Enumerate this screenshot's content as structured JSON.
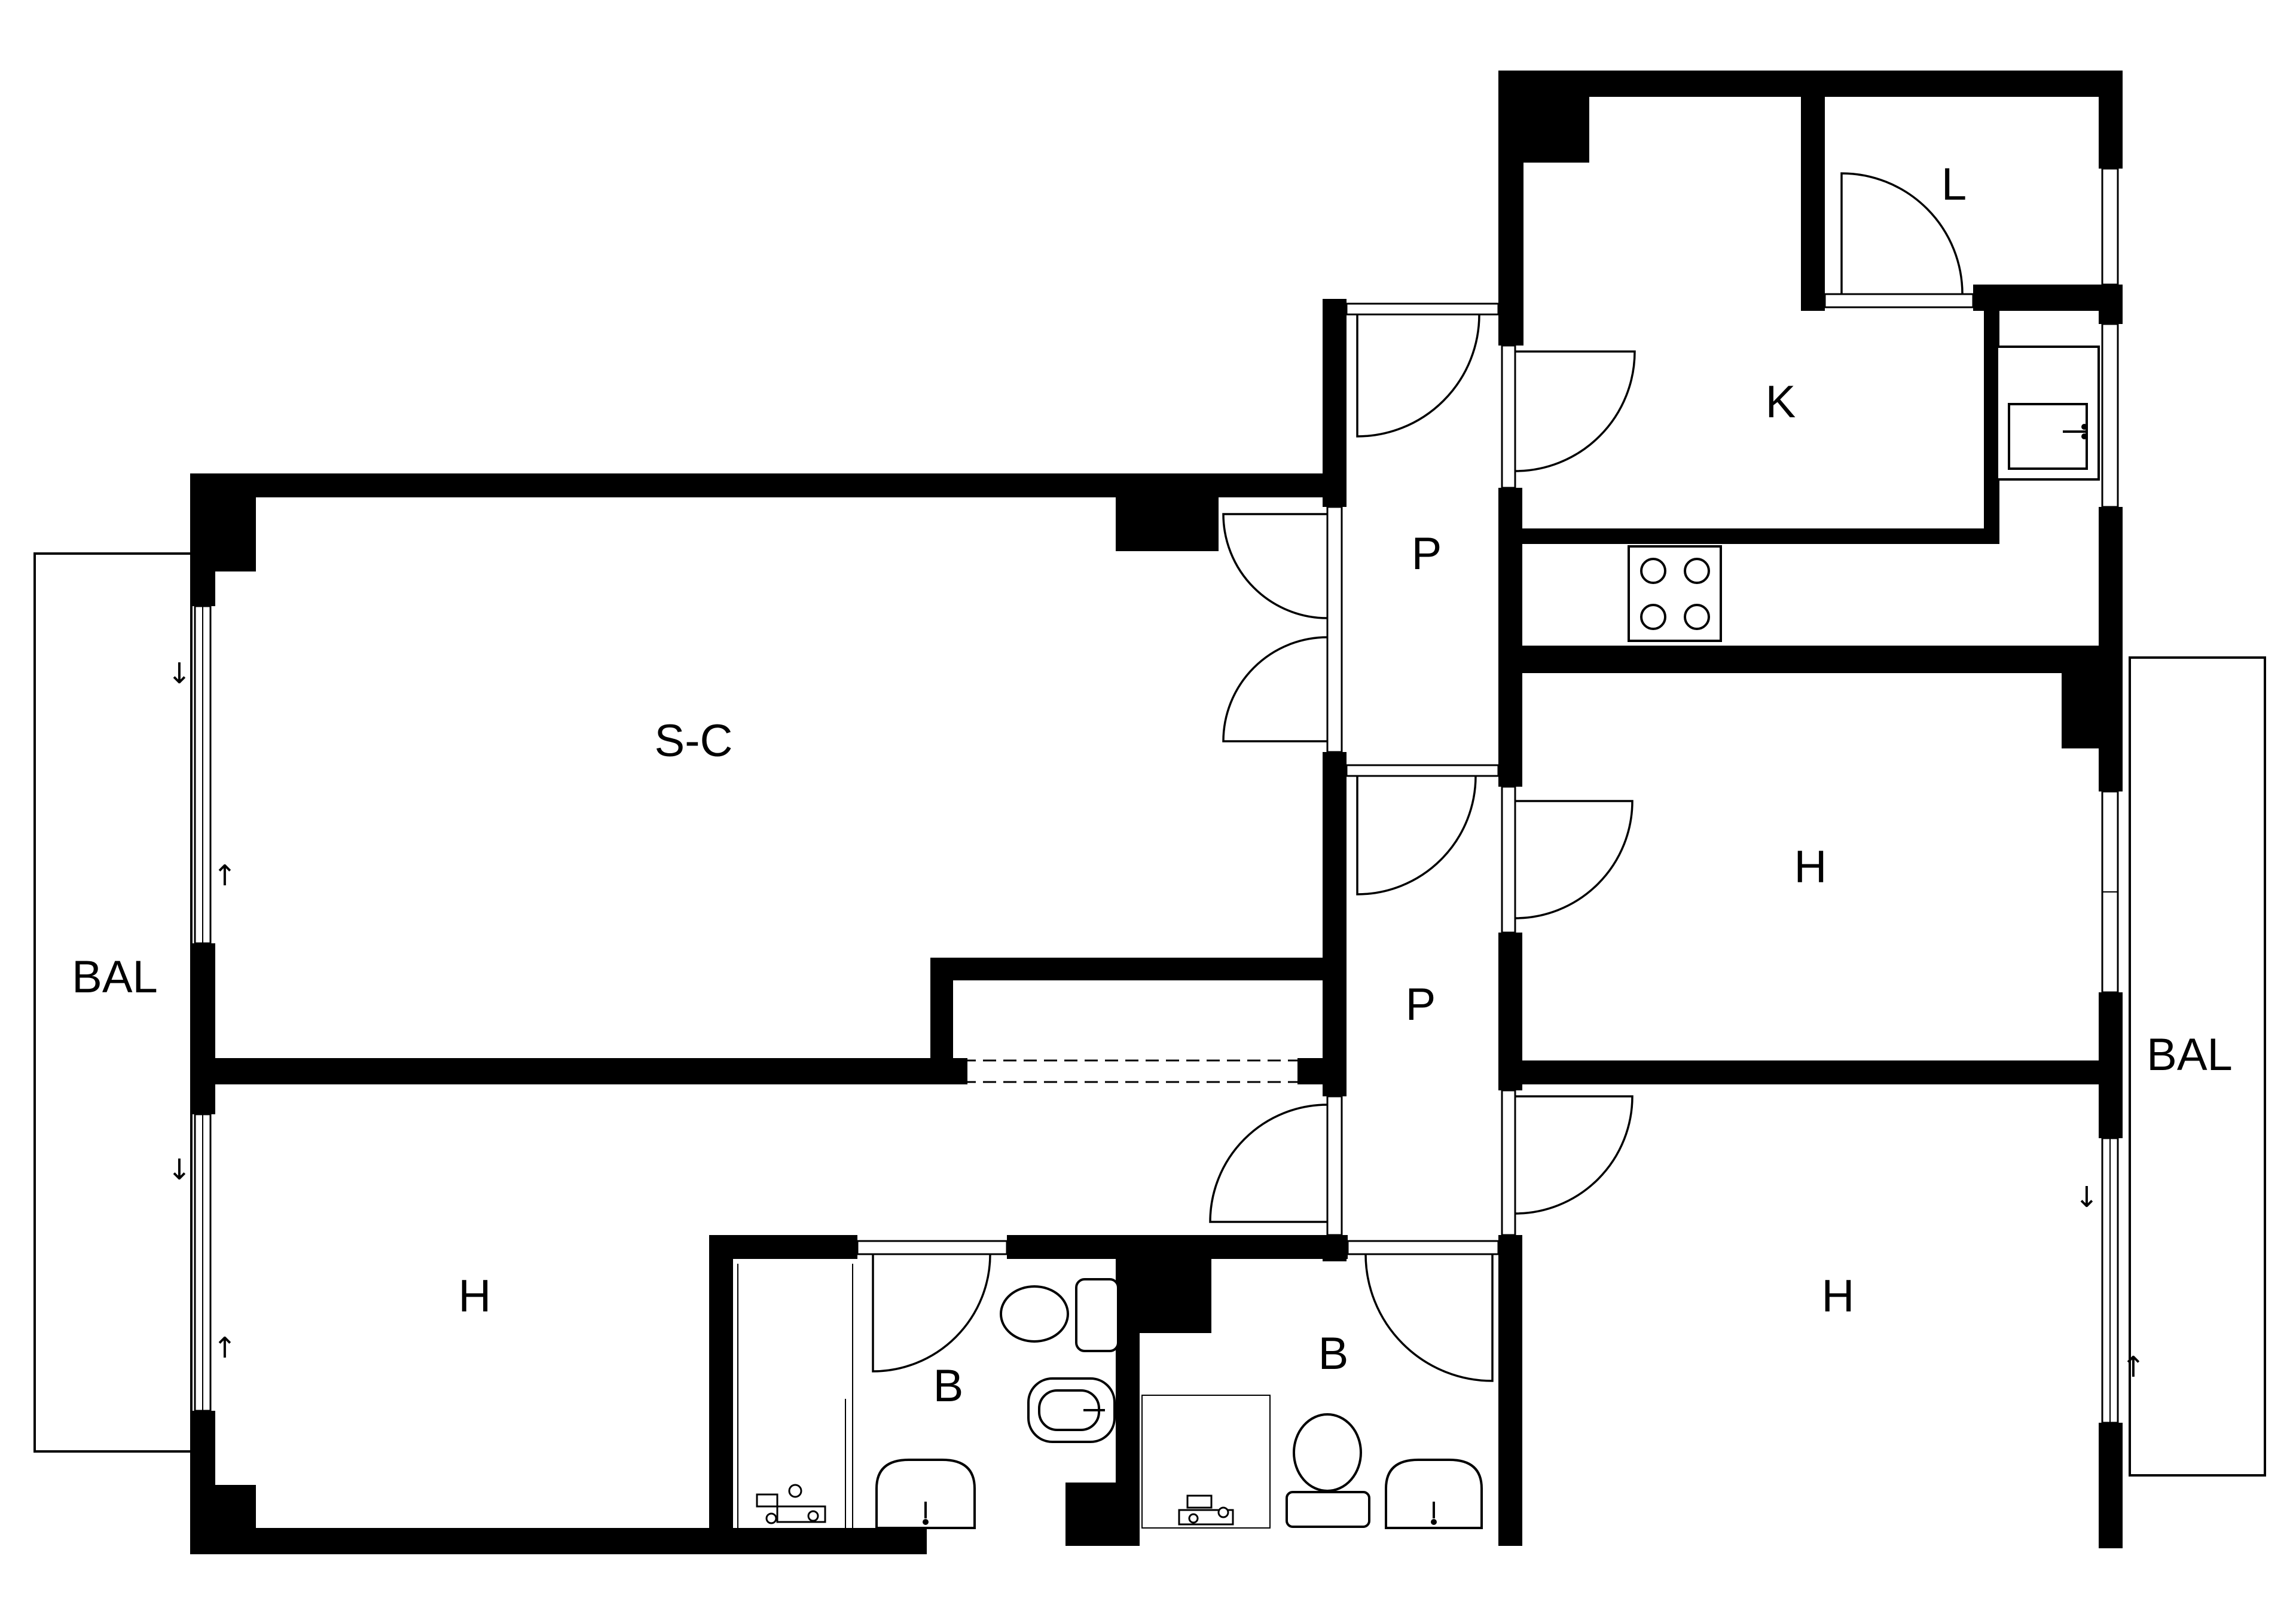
{
  "rooms": {
    "sc": "S-C",
    "bal_left": "BAL",
    "bal_right": "BAL",
    "p_top": "P",
    "p_mid": "P",
    "kitchen": "K",
    "laundry": "L",
    "h_right_top": "H",
    "h_left_bottom": "H",
    "h_right_bottom": "H",
    "b_left": "B",
    "b_mid": "B"
  },
  "arrows": {
    "down": "↓",
    "up": "↑"
  },
  "colors": {
    "wall": "#000000",
    "background": "#ffffff"
  }
}
